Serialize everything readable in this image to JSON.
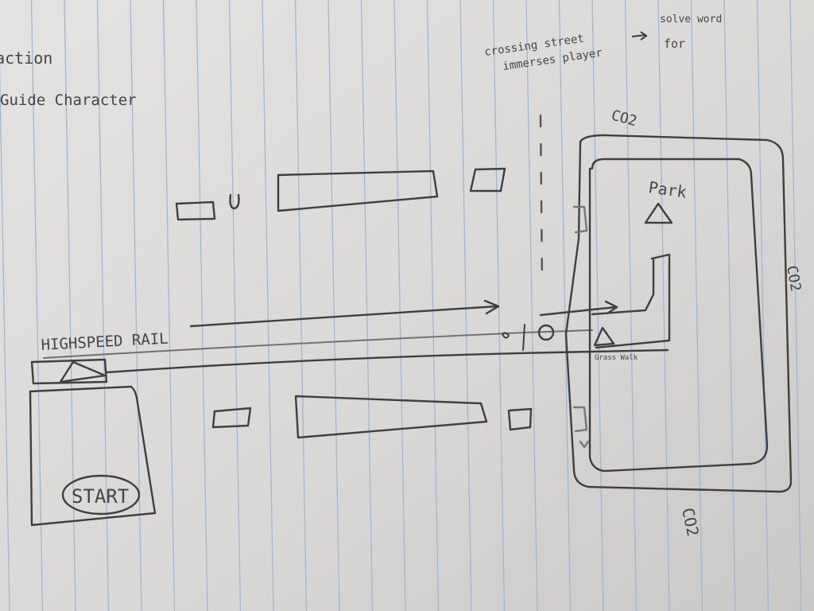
{
  "notes": {
    "top_left_1": "traction",
    "top_left_2": "Guide Character",
    "crossing_1": "crossing street",
    "crossing_2": "immerses player",
    "solve_1": "solve word",
    "solve_2": "for"
  },
  "labels": {
    "rail": "HIGHSPEED RAIL",
    "start": "START",
    "park": "Park",
    "grass_walk": "Grass Walk",
    "co2_top": "CO2",
    "co2_right": "CO2",
    "co2_bottom": "CO2"
  },
  "colors": {
    "paper": "#dcdbd9",
    "rule_line": "#9fb4d6",
    "pencil": "#3f3f3f"
  }
}
